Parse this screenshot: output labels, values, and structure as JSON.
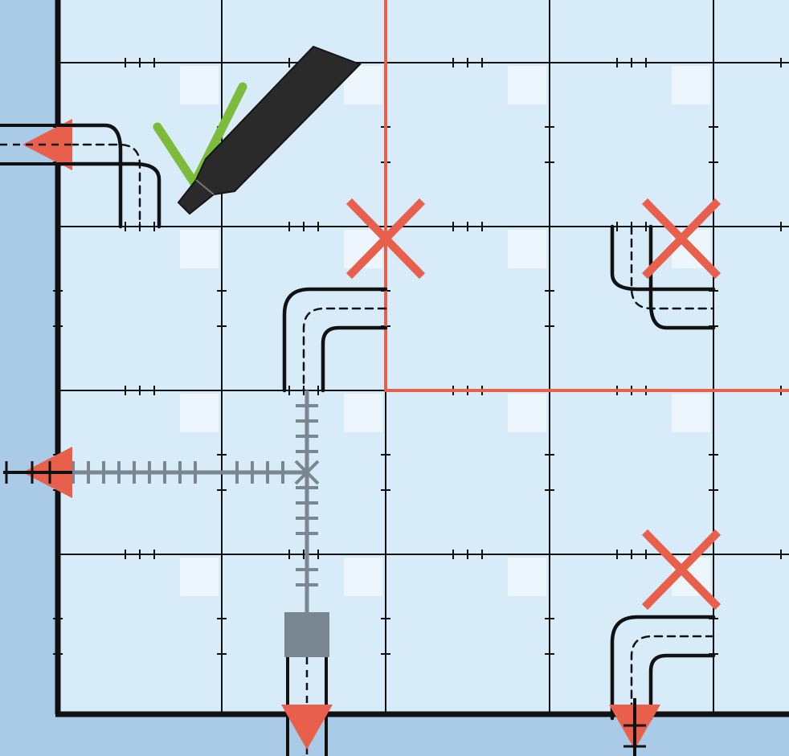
{
  "game": {
    "board": {
      "rows": 4,
      "cols": 5,
      "background_color": "#d7ebf8",
      "frame_color": "#a9cbe8",
      "grid_color": "#111111",
      "highlight_color": "#e8604c",
      "road_color": "#111111",
      "rail_color": "#7a8690",
      "check_color": "#7dbb3a"
    },
    "exits": [
      {
        "side": "left",
        "row": 0,
        "type": "road"
      },
      {
        "side": "left",
        "row": 2,
        "type": "rail"
      },
      {
        "side": "bottom",
        "col": 1,
        "type": "road"
      },
      {
        "side": "bottom",
        "col": 3,
        "type": "rail"
      }
    ],
    "highlighted_region": {
      "row_start": 0,
      "row_end": 1,
      "col_start": 2,
      "col_end": 4
    },
    "tiles": [
      {
        "row": 0,
        "col": 0,
        "type": "road-curve",
        "connects": [
          "left",
          "bottom"
        ]
      },
      {
        "row": 1,
        "col": 1,
        "type": "road-curve",
        "connects": [
          "right",
          "bottom"
        ]
      },
      {
        "row": 1,
        "col": 3,
        "type": "road-curve",
        "connects": [
          "top",
          "right"
        ]
      },
      {
        "row": 2,
        "col": 0,
        "type": "rail-straight",
        "connects": [
          "left",
          "right"
        ]
      },
      {
        "row": 2,
        "col": 1,
        "type": "rail-cross",
        "connects": [
          "left",
          "top",
          "bottom"
        ]
      },
      {
        "row": 3,
        "col": 1,
        "type": "rail-to-road-station",
        "connects": [
          "top",
          "bottom"
        ]
      },
      {
        "row": 3,
        "col": 3,
        "type": "road-curve",
        "connects": [
          "right",
          "bottom"
        ]
      }
    ],
    "marks": {
      "check": {
        "row": 0,
        "col": 0,
        "icon": "check-icon"
      },
      "crosses": [
        {
          "row": 1,
          "col": 2,
          "icon": "cross-icon"
        },
        {
          "row": 1,
          "col": 3,
          "icon": "cross-icon"
        },
        {
          "row": 3,
          "col": 3,
          "icon": "cross-icon"
        }
      ]
    },
    "tool": {
      "icon": "marker-pen-icon",
      "color": "#2a2a2a"
    }
  }
}
